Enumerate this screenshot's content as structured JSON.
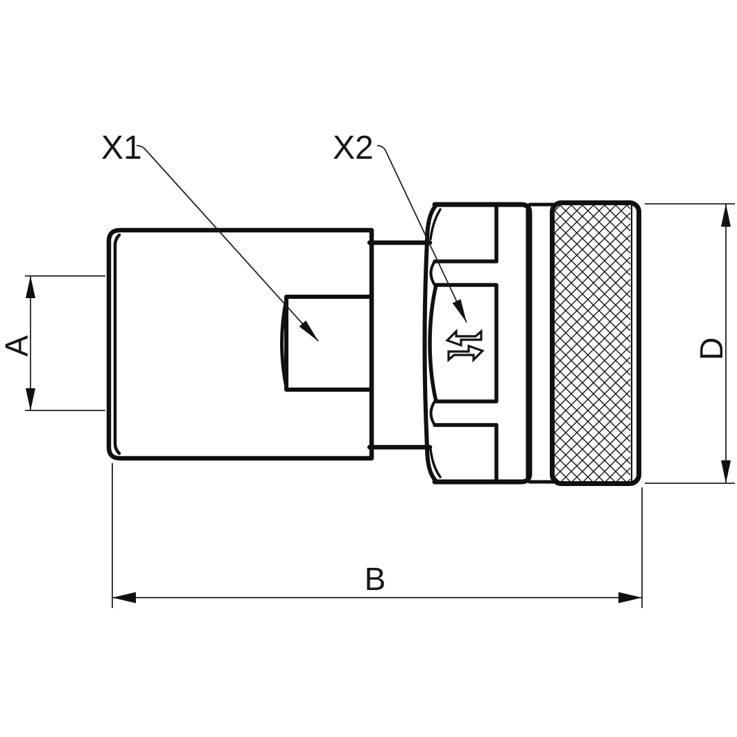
{
  "drawing": {
    "callouts": {
      "x1": "X1",
      "x2": "X2"
    },
    "dimensions": {
      "a": "A",
      "b": "B",
      "d": "D"
    },
    "icons": {
      "flow_swap": "swap-arrows-icon"
    },
    "colors": {
      "outline": "#101010",
      "thin_line": "#202020",
      "background": "#ffffff"
    }
  }
}
